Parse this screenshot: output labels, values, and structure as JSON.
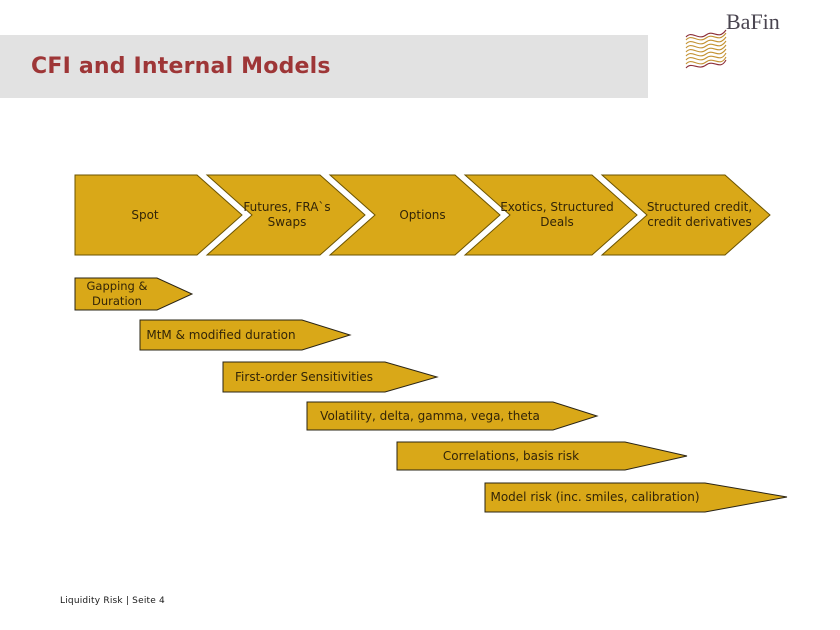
{
  "header": {
    "title": "CFI and Internal Models",
    "brand": "BaFin"
  },
  "flow_stages": [
    {
      "label": "Spot"
    },
    {
      "label": "Futures, FRA`s\nSwaps"
    },
    {
      "label": "Options"
    },
    {
      "label": "Exotics, Structured\nDeals"
    },
    {
      "label": "Structured credit,\ncredit derivatives"
    }
  ],
  "ladder_arrows": [
    {
      "label": "Gapping &\nDuration"
    },
    {
      "label": "MtM & modified duration"
    },
    {
      "label": "First-order Sensitivities"
    },
    {
      "label": "Volatility, delta, gamma, vega, theta"
    },
    {
      "label": "Correlations, basis risk"
    },
    {
      "label": "Model risk (inc. smiles, calibration)"
    }
  ],
  "footer": {
    "text": "Liquidity Risk |  Seite 4"
  },
  "colors": {
    "gold": "#d9a818",
    "shape_border": "#6b5300",
    "arrow_border": "#2a2415",
    "label_text": "#332508",
    "title": "#9e3637",
    "band": "#e2e2e2",
    "brand_text": "#4a4550",
    "logo_gold": "#c49334",
    "logo_maroon": "#8c2f39"
  }
}
